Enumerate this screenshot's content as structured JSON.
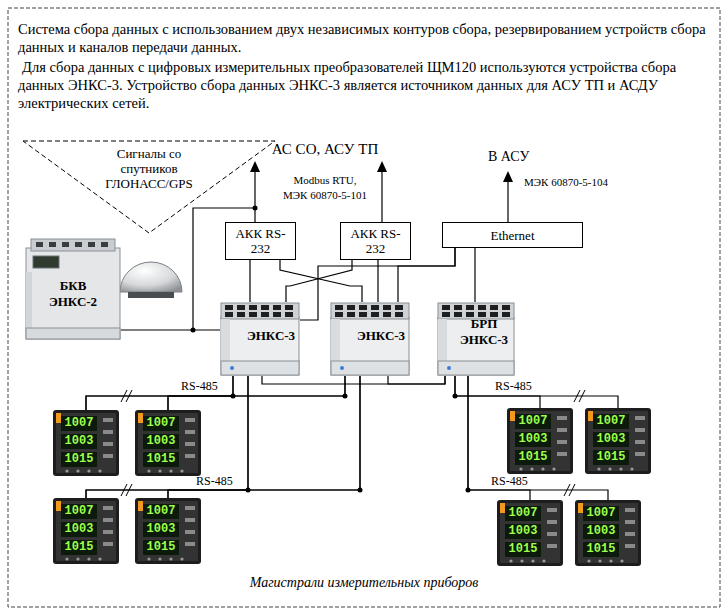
{
  "diagram": {
    "title": "Система сбора данных с использованием двух независимых контуров сбора, резервированием устройств сбора данных и каналов передачи данных.",
    "caption": "Магистрали измерительных приборов",
    "nodes": [
      {
        "text": [
          "Сигналы со спутников ГЛОНАСС/GPS"
        ]
      },
      {
        "text": [
          "АКК RS-232"
        ]
      },
      {
        "text": [
          "АКК RS-232"
        ]
      },
      {
        "text": [
          "Ethernet"
        ]
      },
      {
        "text": [
          "БКВ ЭНКС-2"
        ]
      },
      {
        "text": [
          "ЭНКС-3"
        ]
      },
      {
        "text": [
          "ЭНКС-3"
        ]
      },
      {
        "text": [
          "БРП ЭНКС-3"
        ]
      },
      {
        "text": [
          "1007",
          "1003",
          "1015"
        ]
      },
      {
        "text": [
          "1007",
          "1003",
          "1015"
        ]
      },
      {
        "text": [
          "1007",
          "1003",
          "1015"
        ]
      },
      {
        "text": [
          "1007",
          "1003",
          "1015"
        ]
      },
      {
        "text": [
          "1007",
          "1003",
          "1015"
        ]
      },
      {
        "text": [
          "1007",
          "1003",
          "1015"
        ]
      },
      {
        "text": [
          "1007",
          "1003",
          "1015"
        ]
      },
      {
        "text": [
          "1007",
          "1003",
          "1015"
        ]
      }
    ],
    "edges": [
      {
        "from": 1,
        "to": 5,
        "arrow": "none"
      },
      {
        "from": 1,
        "to": 6,
        "arrow": "none"
      },
      {
        "from": 2,
        "to": 6,
        "arrow": "none"
      },
      {
        "from": 2,
        "to": 5,
        "arrow": "none"
      },
      {
        "from": 3,
        "to": 5,
        "arrow": "none"
      },
      {
        "from": 3,
        "to": 6,
        "arrow": "none"
      },
      {
        "from": 3,
        "to": 7,
        "arrow": "none"
      },
      {
        "from": 4,
        "to": 5,
        "arrow": "none"
      },
      {
        "from": 5,
        "to": 7,
        "arrow": "none"
      },
      {
        "from": 6,
        "to": 7,
        "arrow": "none"
      },
      {
        "from": 5,
        "to": 8,
        "arrow": "none"
      },
      {
        "from": 5,
        "to": 9,
        "arrow": "none"
      },
      {
        "from": 5,
        "to": 10,
        "arrow": "none"
      },
      {
        "from": 5,
        "to": 11,
        "arrow": "none"
      },
      {
        "from": 6,
        "to": 8,
        "arrow": "none"
      },
      {
        "from": 6,
        "to": 9,
        "arrow": "none"
      },
      {
        "from": 6,
        "to": 10,
        "arrow": "none"
      },
      {
        "from": 6,
        "to": 11,
        "arrow": "none"
      },
      {
        "from": 7,
        "to": 12,
        "arrow": "none"
      },
      {
        "from": 7,
        "to": 13,
        "arrow": "none"
      },
      {
        "from": 7,
        "to": 14,
        "arrow": "none"
      },
      {
        "from": 7,
        "to": 15,
        "arrow": "none"
      }
    ],
    "labels": [
      "Для сбора данных с цифровых измерительных преобразователей ЩМ120 используются устройства сбора данных ЭНКС-3. Устройство сбора данных ЭНКС-3 является источником данных для АСУ ТП и АСДУ электрических сетей.",
      "АС СО, АСУ ТП",
      "Modbus RTU,",
      "МЭК 60870-5-101",
      "В АСУ",
      "МЭК 60870-5-104",
      "RS-485",
      "RS-485",
      "RS-485",
      "RS-485"
    ]
  }
}
